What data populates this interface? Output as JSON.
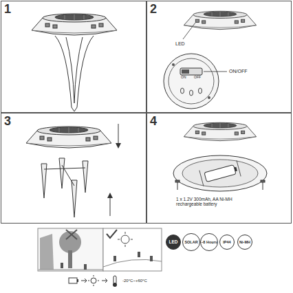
{
  "diagram": {
    "nodes": [
      {
        "text": [
          "1"
        ]
      },
      {
        "text": [
          "2"
        ]
      },
      {
        "text": [
          "3"
        ]
      },
      {
        "text": [
          "4"
        ]
      },
      {
        "text": [
          "LED"
        ]
      },
      {
        "text": [
          "SOLAR"
        ]
      },
      {
        "text": [
          "~8 Hours"
        ]
      },
      {
        "text": [
          "IP44"
        ]
      },
      {
        "text": [
          "Ni-MH"
        ]
      }
    ],
    "labels": [
      "LED",
      "ON",
      "OFF",
      "ON/OFF",
      "1 x 1.2V 300mAh, AA Ni-MH rechargeable battery",
      "-20°C~+60°C"
    ]
  }
}
